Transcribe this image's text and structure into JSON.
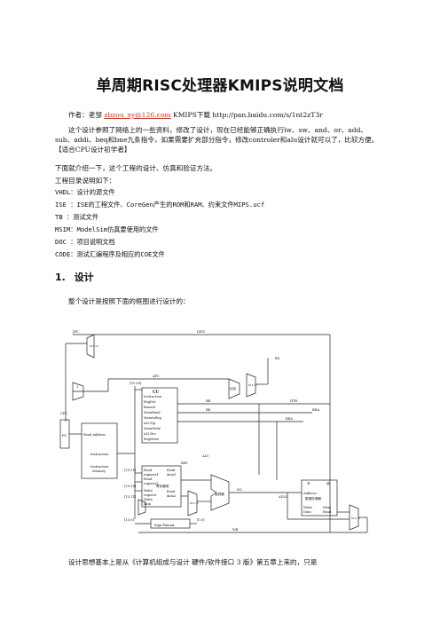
{
  "title": "单周期RISC处理器KMIPS说明文档",
  "author": {
    "prefix": "作者：老邹",
    "email": "zbzou_xy@126.com",
    "download": "KMIPS下载 http://pan.baidu.com/s/1nt2zT3r"
  },
  "intro": "这个设计参照了网络上的一些资料，修改了设计，现在已经能够正确执行lw、sw、and、or、add、sub、addi、beq和bne九条指令，如果需要扩充部分指令，修改controler和alu设计就可以了，比较方便。【适合CPU设计初学者】",
  "lines": [
    "下面就介绍一下，这个工程的设计、仿真和验证方法。",
    "工程目录说明如下：",
    "VHDL：设计的源文件",
    "ISE ：ISE的工程文件、CoreGen产生的ROM和RAM、约束文件MIPS.ucf",
    "TB  ：测试文件",
    "MSIM：ModelSim仿真要使用的文件",
    "DOC ：项目说明文档",
    "CODE：测试汇编程序及相应的COE文件"
  ],
  "section1": {
    "number": "1.",
    "title": "设计"
  },
  "section1_text": "整个设计是按照下面的框图进行设计的：",
  "diagram": {
    "signals": {
      "jpc": "JPC",
      "dipc": "DIPC",
      "apc": "APC",
      "cpc": "CPC",
      "bs": "BS",
      "bb": "BB",
      "br": "BR",
      "dtr": "DTR",
      "bra": "BRA",
      "bra2": "BRA",
      "alu": "ALU",
      "brt": "BRT",
      "do": "DO",
      "adlu": "ADLU",
      "wb": "WB",
      "one": "1",
      "shift": "[31:26]",
      "rs": "[25:21]",
      "rt": "[20:16]",
      "rd": "[15:11]",
      "imm": "[15:0]",
      "sh": "[5:0]"
    },
    "blocks": {
      "pc": "PC",
      "inst_addr": "Read Address",
      "inst": "Instruction",
      "inst_mem": [
        "Instruction",
        "Memory"
      ],
      "cu_title": "CU",
      "cu_lines": [
        "Instruction",
        "RegDst",
        "Branch",
        "MemRead",
        "MemtoReg",
        "ALUOp",
        "MemWrite",
        "ALUSrc",
        "RegWrite"
      ],
      "reg_left": [
        "Read",
        "register1",
        "Read",
        "register2",
        "Write",
        "register",
        "Write",
        "data"
      ],
      "reg_right": [
        "Read",
        "data1",
        "Read",
        "data2"
      ],
      "reg_name": "寄存器堆",
      "alu_name": "运算器",
      "adder_name": "加法",
      "sign_ext": "Sign Extend",
      "dm_title": [
        "写",
        "读"
      ],
      "dm_name": "数据存储器",
      "dm_lines": [
        "Address",
        "Write",
        "Data",
        "Mem",
        "Read"
      ],
      "mux": "M U X"
    }
  },
  "footer_text": "设计思想基本上是从《计算机组成与设计 硬件/软件接口 3 版》第五章上来的，只是",
  "colors": {
    "text": "#111111",
    "link": "#c0392b"
  }
}
